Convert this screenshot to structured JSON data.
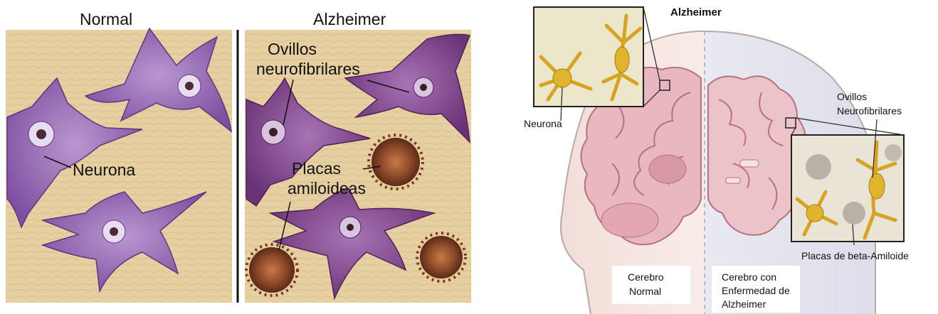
{
  "left_figure": {
    "normal_title": "Normal",
    "alzheimer_title": "Alzheimer",
    "normal_neuron_label": "Neurona",
    "tangles_label_line1": "Ovillos",
    "tangles_label_line2": "neurofibrilares",
    "plaques_label_line1": "Placas",
    "plaques_label_line2": "amiloideas"
  },
  "right_figure": {
    "title": "Alzheimer",
    "neuron_label": "Neurona",
    "tangles_label_line1": "Ovillos",
    "tangles_label_line2": "Neurofibrilares",
    "plaques_label": "Placas de beta-Amiloide",
    "normal_brain_line1": "Cerebro",
    "normal_brain_line2": "Normal",
    "ad_brain_line1": "Cerebro con",
    "ad_brain_line2": "Enfermedad de",
    "ad_brain_line3": "Alzheimer"
  },
  "colors": {
    "tissue": "#e6cfa0",
    "neuron_healthy": "#8a5aa8",
    "neuron_diseased": "#7a3f86",
    "plaque": "#8e4a2c",
    "brain": "#e9b7c0",
    "head_normal": "#f7e8e4",
    "head_alzheimer": "#e5e6f0",
    "yellow_neuron": "#e0b52c"
  }
}
